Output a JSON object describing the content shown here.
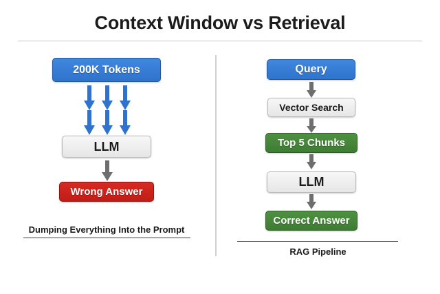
{
  "header": {
    "title": "Context Window vs Retrieval"
  },
  "left_panel": {
    "caption": "Dumping Everything Into the Prompt",
    "nodes": [
      {
        "label": "200K Tokens",
        "style": "blue"
      },
      {
        "label": "LLM",
        "style": "gray"
      },
      {
        "label": "Wrong Answer",
        "style": "red"
      }
    ],
    "arrow_color": "#2f73cc",
    "arrow_count": 6
  },
  "right_panel": {
    "caption": "RAG Pipeline",
    "nodes": [
      {
        "label": "Query",
        "style": "blue"
      },
      {
        "label": "Vector Search",
        "style": "gray"
      },
      {
        "label": "Top 5 Chunks",
        "style": "green"
      },
      {
        "label": "LLM",
        "style": "gray"
      },
      {
        "label": "Correct Answer",
        "style": "green"
      }
    ],
    "arrow_color": "#6e6e6e"
  },
  "colors": {
    "blue": "#3278d2",
    "green": "#468538",
    "red": "#c92019",
    "gray": "#ececec",
    "divider": "#d0d0d0",
    "text": "#1a1a1a"
  }
}
